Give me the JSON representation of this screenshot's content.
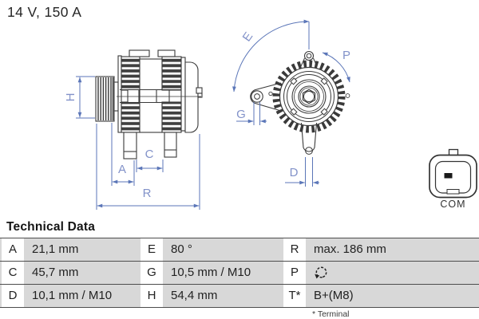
{
  "header": {
    "rating": "14 V, 150 A"
  },
  "drawing": {
    "dim_labels": {
      "h": "H",
      "a": "A",
      "c": "C",
      "r": "R",
      "e": "E",
      "g": "G",
      "d": "D",
      "p": "P"
    },
    "connector_label": "COM",
    "icons": {
      "rotation": "rotation-cw-icon"
    }
  },
  "table": {
    "heading": "Technical Data",
    "footnote": "* Terminal",
    "rows": [
      {
        "c1": {
          "key": "A",
          "value": "21,1 mm"
        },
        "c2": {
          "key": "E",
          "value": "80 °"
        },
        "c3": {
          "key": "R",
          "value": "max. 186 mm"
        }
      },
      {
        "c1": {
          "key": "C",
          "value": "45,7 mm"
        },
        "c2": {
          "key": "G",
          "value": "10,5 mm / M10"
        },
        "c3": {
          "key": "P",
          "value": "",
          "icon": "rotation-cw-icon"
        }
      },
      {
        "c1": {
          "key": "D",
          "value": "10,1 mm / M10"
        },
        "c2": {
          "key": "H",
          "value": "54,4 mm"
        },
        "c3": {
          "key": "T*",
          "value": "B+(M8)"
        }
      }
    ]
  },
  "colors": {
    "dimension_line": "#5b76b8",
    "dimension_label": "#8292c9",
    "table_row_gray": "#d8d8d8",
    "line_art": "#3a3a3a",
    "border": "#4d4d4d"
  }
}
